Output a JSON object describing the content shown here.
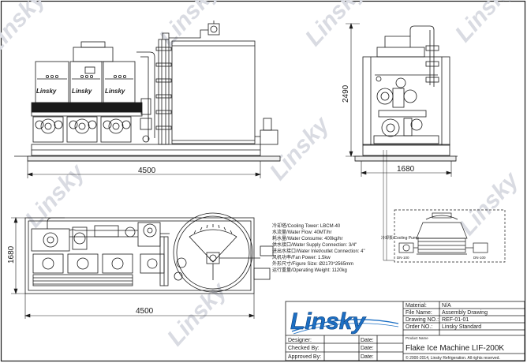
{
  "watermark_text": "Linsky",
  "dimensions": {
    "front_width": "4500",
    "front_height": "2490",
    "side_depth": "1680",
    "plan_width": "4500",
    "plan_depth": "1680"
  },
  "front_view": {
    "panel_logo": "Linsky"
  },
  "specs": [
    "冷却塔/Cooling Tower:  LBCM-40",
    "水流量/Water Flow:  40MT/hr",
    "耗水量/Water Consume:  400kg/hr",
    "供水接口/Water Supply Connection:  3/4\"",
    "进出水接口/Water Inlet/outlet Connection:  4\"",
    "风机功率/Fan Power:  1.5kw",
    "外形尺寸/Figure Size:  Ø2170*2565mm",
    "运行重量/Operating Weight:  1120kg"
  ],
  "tower": {
    "pump_label": "冷却泵/Cooling Pump",
    "note_left": "DN-100",
    "note_right": "DN-100"
  },
  "title_block": {
    "logo_text": "Linsky",
    "product_name_caption": "Product Name",
    "rows": [
      {
        "label": "Material:",
        "value": "N/A"
      },
      {
        "label": "File Name:",
        "value": "Assembly Drawing"
      },
      {
        "label": "Drawing NO.:",
        "value": "REF-01-01"
      },
      {
        "label": "Order NO.:",
        "value": "Linsky Standard"
      }
    ],
    "sign_rows": [
      {
        "label": "Designer:",
        "date": "Date:"
      },
      {
        "label": "Checked By:",
        "date": "Date:"
      },
      {
        "label": "Approved By:",
        "date": "Date:"
      }
    ],
    "product_name": "Flake Ice Machine LIF-200K",
    "copyright": "© 2000-2014, Linsky Refrigeration. All rights reserved."
  },
  "colors": {
    "line": "#1a1a1a",
    "watermark": "#d9dbe2",
    "logo_blue": "#1c6fc4"
  }
}
